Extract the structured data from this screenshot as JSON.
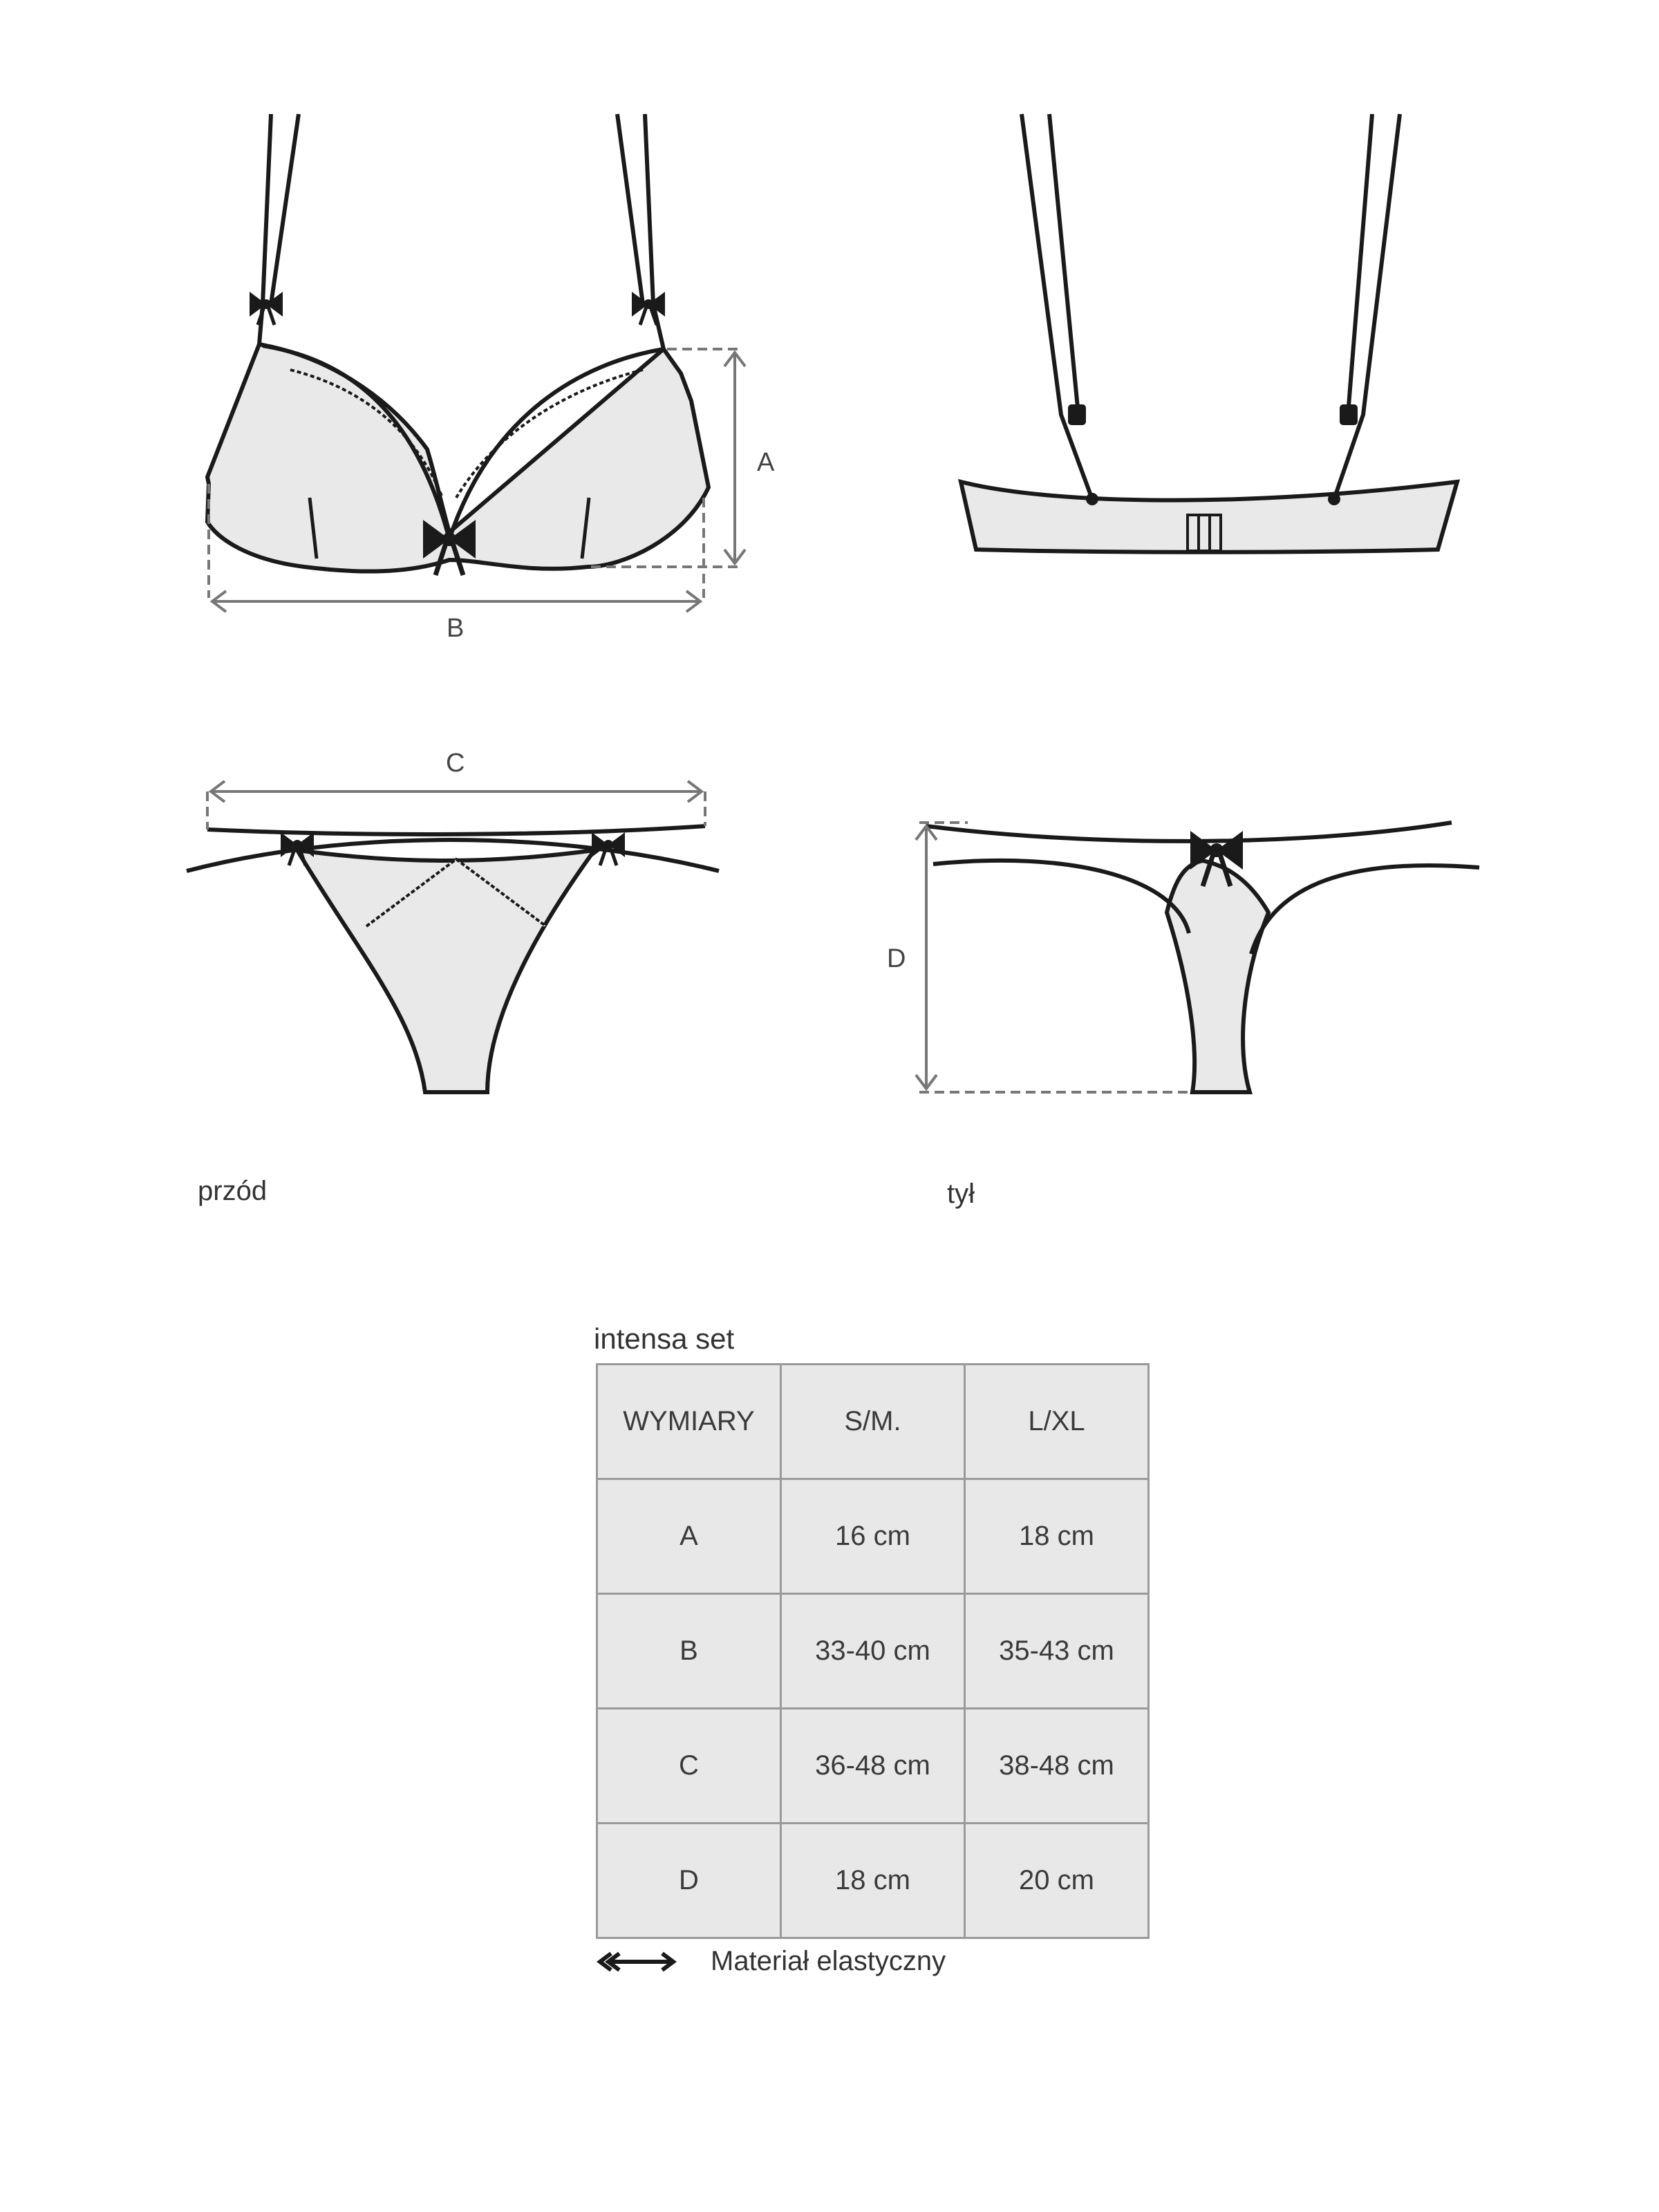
{
  "views": {
    "front_label": "przód",
    "back_label": "tył"
  },
  "dimensions": {
    "a": "A",
    "b": "B",
    "c": "C",
    "d": "D"
  },
  "table": {
    "title": "intensa set",
    "headers": [
      "WYMIARY",
      "S/M.",
      "L/XL"
    ],
    "rows": [
      [
        "A",
        "16 cm",
        "18 cm"
      ],
      [
        "B",
        "33-40 cm",
        "35-43 cm"
      ],
      [
        "C",
        "36-48 cm",
        "38-48 cm"
      ],
      [
        "D",
        "18 cm",
        "20 cm"
      ]
    ]
  },
  "legend": {
    "icon": "elastic-arrows-icon",
    "text": "Materiał elastyczny"
  },
  "colors": {
    "fabric": "#e9e9e9",
    "outline": "#1a1a1a",
    "table_cell": "#e8e8e8",
    "table_border": "#9a9a9a"
  }
}
